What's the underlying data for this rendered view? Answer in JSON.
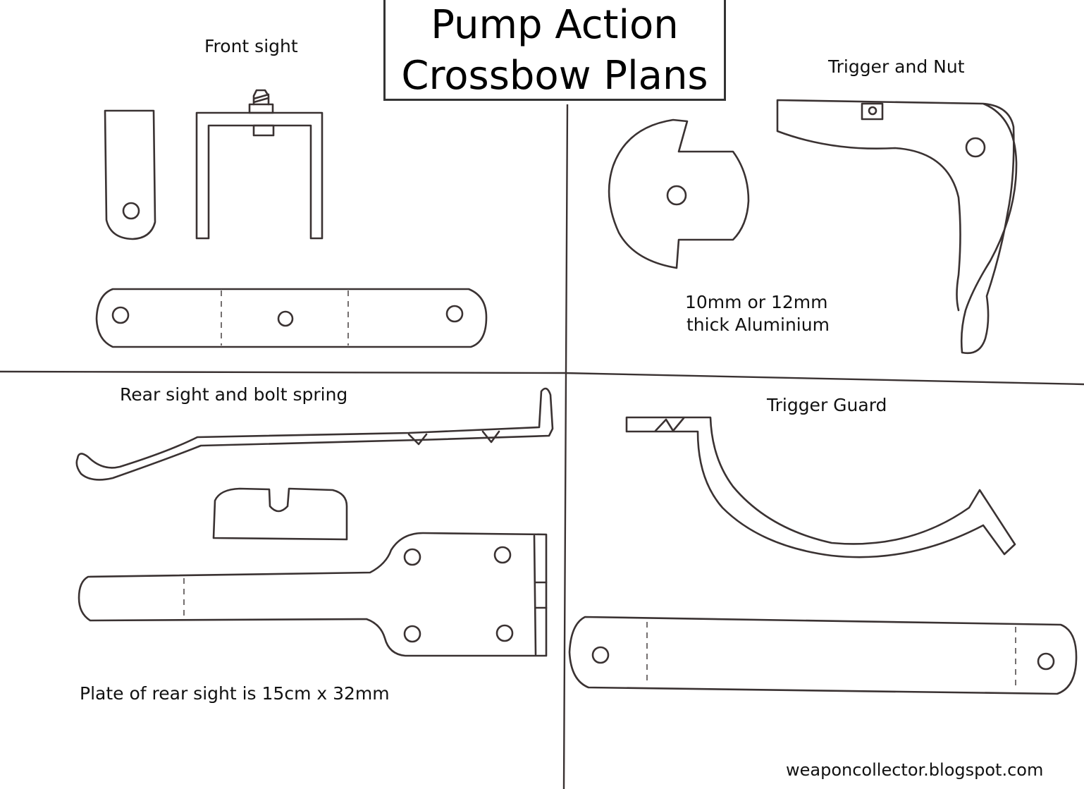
{
  "title": {
    "line1": "Pump Action",
    "line2": "Crossbow Plans"
  },
  "labels": {
    "front_sight": "Front sight",
    "trigger_and_nut": "Trigger and Nut",
    "material_line1": "10mm or 12mm",
    "material_line2": "thick Aluminium",
    "rear_sight": "Rear sight and bolt spring",
    "trigger_guard": "Trigger Guard",
    "plate_note": "Plate of rear sight is 15cm x 32mm"
  },
  "footer": {
    "website": "weaponcollector.blogspot.com"
  },
  "colors": {
    "ink": "#3a3232",
    "background": "#ffffff"
  }
}
